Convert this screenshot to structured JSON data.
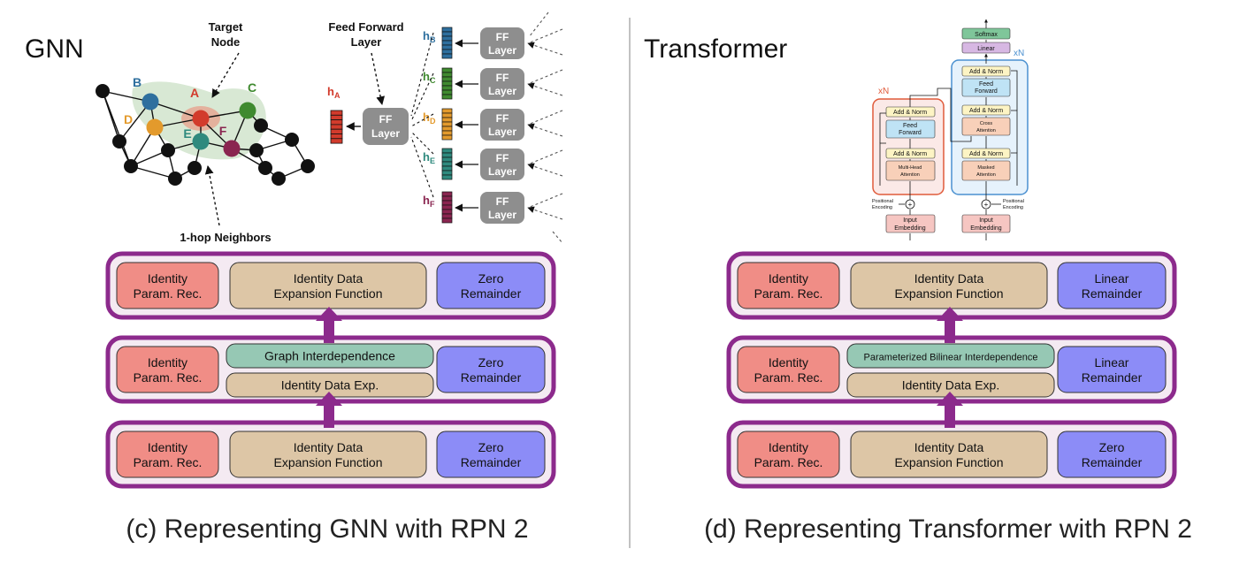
{
  "left": {
    "title": "GNN",
    "target_node_label": [
      "Target",
      "Node"
    ],
    "ff_layer_label": [
      "Feed Forward",
      "Layer"
    ],
    "neighbors_label": "1-hop Neighbors",
    "nodes": [
      {
        "name": "B",
        "color": "#2e6f9e"
      },
      {
        "name": "A",
        "color": "#d23b2c"
      },
      {
        "name": "C",
        "color": "#3f8a2f"
      },
      {
        "name": "D",
        "color": "#e39a2c"
      },
      {
        "name": "E",
        "color": "#2f8a7e"
      },
      {
        "name": "F",
        "color": "#8a2550"
      }
    ],
    "ff_block_lines": [
      "FF",
      "Layer"
    ],
    "h_labels": [
      {
        "text": "h",
        "sub": "A",
        "color": "#d23b2c"
      },
      {
        "text": "h",
        "sub": "B",
        "color": "#2e6f9e"
      },
      {
        "text": "h",
        "sub": "C",
        "color": "#3f8a2f"
      },
      {
        "text": "h",
        "sub": "D",
        "color": "#e39a2c"
      },
      {
        "text": "h",
        "sub": "E",
        "color": "#2f8a7e"
      },
      {
        "text": "h",
        "sub": "F",
        "color": "#8a2550"
      }
    ],
    "rpn_top": {
      "param": [
        "Identity",
        "Param. Rec."
      ],
      "expansion": [
        "Identity Data",
        "Expansion Function"
      ],
      "remainder": [
        "Zero",
        "Remainder"
      ]
    },
    "rpn_mid": {
      "param": [
        "Identity",
        "Param. Rec."
      ],
      "interdependence": "Graph Interdependence",
      "data_exp": "Identity Data Exp.",
      "remainder": [
        "Zero",
        "Remainder"
      ]
    },
    "rpn_bot": {
      "param": [
        "Identity",
        "Param. Rec."
      ],
      "expansion": [
        "Identity Data",
        "Expansion Function"
      ],
      "remainder": [
        "Zero",
        "Remainder"
      ]
    },
    "caption": "(c) Representing GNN with RPN 2"
  },
  "right": {
    "title": "Transformer",
    "transformer": {
      "softmax": "Softmax",
      "linear": "Linear",
      "xn_left": "xN",
      "xn_right": "xN",
      "add_norm": "Add & Norm",
      "feed_forward": [
        "Feed",
        "Forward"
      ],
      "multi_head": [
        "Multi-Head",
        "Attention"
      ],
      "cross_attention": [
        "Cross",
        "Attention"
      ],
      "masked_attention": [
        "Masked",
        "Attention"
      ],
      "positional_encoding": [
        "Positional",
        "Encoding"
      ],
      "input_embedding": [
        "Input",
        "Embedding"
      ]
    },
    "rpn_top": {
      "param": [
        "Identity",
        "Param. Rec."
      ],
      "expansion": [
        "Identity Data",
        "Expansion Function"
      ],
      "remainder": [
        "Linear",
        "Remainder"
      ]
    },
    "rpn_mid": {
      "param": [
        "Identity",
        "Param. Rec."
      ],
      "interdependence": "Parameterized Bilinear Interdependence",
      "data_exp": "Identity Data Exp.",
      "remainder": [
        "Linear",
        "Remainder"
      ]
    },
    "rpn_bot": {
      "param": [
        "Identity",
        "Param. Rec."
      ],
      "expansion": [
        "Identity Data",
        "Expansion Function"
      ],
      "remainder": [
        "Zero",
        "Remainder"
      ]
    },
    "caption": "(d) Representing Transformer with RPN 2"
  },
  "colors": {
    "frame": "#8c2a8c",
    "frame_fill": "#f4eaf2",
    "param": "#f08d86",
    "expansion": "#ddc6a6",
    "remainder": "#8c8cf7",
    "interdependence": "#96c8b4",
    "ff_gray": "#8e8e8e",
    "arrow": "#8c2a8c"
  }
}
